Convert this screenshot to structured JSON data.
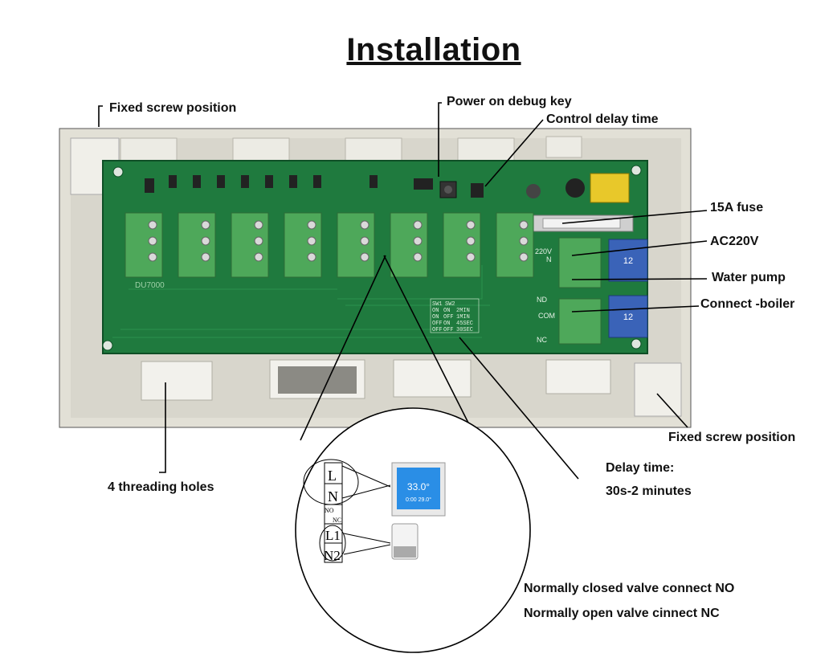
{
  "title": "Installation",
  "labels": {
    "fixed_screw_top": "Fixed screw position",
    "power_debug_key": "Power on debug key",
    "control_delay_time": "Control delay time",
    "fuse": "15A fuse",
    "ac220v": "AC220V",
    "water_pump": "Water pump",
    "connect_boiler": "Connect -boiler",
    "fixed_screw_bottom": "Fixed screw position",
    "threading_holes": "4 threading holes",
    "delay_time": "Delay time:",
    "delay_range": "30s-2 minutes",
    "nc_valve_note": "Normally closed valve connect NO",
    "no_valve_note": "Normally open valve cinnect NC"
  },
  "board": {
    "model": "DU7000",
    "side_terminals": [
      "220V",
      "N",
      "ND",
      "COM",
      "NC"
    ],
    "relay_rating": "12"
  },
  "dip_table": [
    [
      "SW1",
      "SW2",
      ""
    ],
    [
      "ON",
      "ON",
      "2MIN"
    ],
    [
      "ON",
      "OFF",
      "1MIN"
    ],
    [
      "OFF",
      "ON",
      "45SEC"
    ],
    [
      "OFF",
      "OFF",
      "30SEC"
    ]
  ],
  "inset": {
    "terminal_labels": [
      "L",
      "N",
      "NO",
      "NC",
      "L1",
      "N2"
    ],
    "thermostat_temp": "33.0°",
    "thermostat_sub": "0:00  29.0°"
  }
}
